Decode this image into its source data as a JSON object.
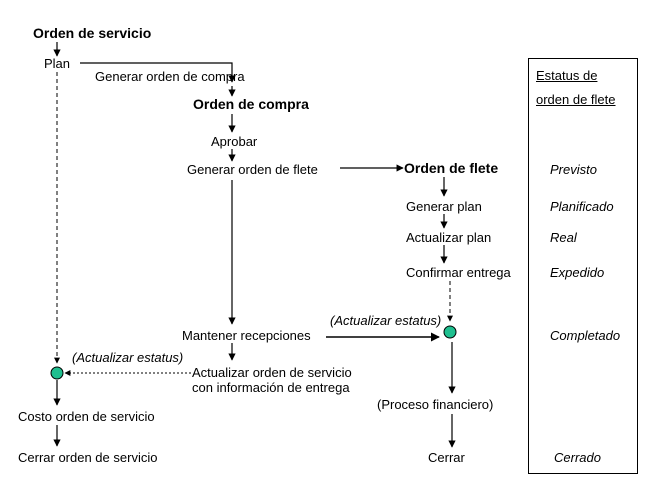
{
  "nodes": {
    "orden_servicio": "Orden de servicio",
    "plan": "Plan",
    "generar_orden_compra": "Generar orden de compra",
    "orden_compra": "Orden de compra",
    "aprobar": "Aprobar",
    "generar_orden_flete": "Generar orden de flete",
    "orden_flete": "Orden de flete",
    "generar_plan": "Generar plan",
    "actualizar_plan": "Actualizar plan",
    "confirmar_entrega": "Confirmar entrega",
    "actualizar_estatus_1": "(Actualizar estatus)",
    "mantener_recepciones": "Mantener recepciones",
    "actualizar_estatus_2": "(Actualizar estatus)",
    "actualizar_orden_l1": "Actualizar orden de servicio",
    "actualizar_orden_l2": "con información de entrega",
    "proceso_financiero": "(Proceso financiero)",
    "costo_orden": "Costo orden de servicio",
    "cerrar_orden": "Cerrar orden de servicio",
    "cerrar": "Cerrar"
  },
  "status_panel": {
    "header_line1": "Estatus de",
    "header_line2": "orden de flete",
    "items": [
      "Previsto",
      "Planificado",
      "Real",
      "Expedido",
      "Completado",
      "Cerrado"
    ]
  },
  "colors": {
    "event_node": "#1fbf8f",
    "line": "#000000"
  }
}
